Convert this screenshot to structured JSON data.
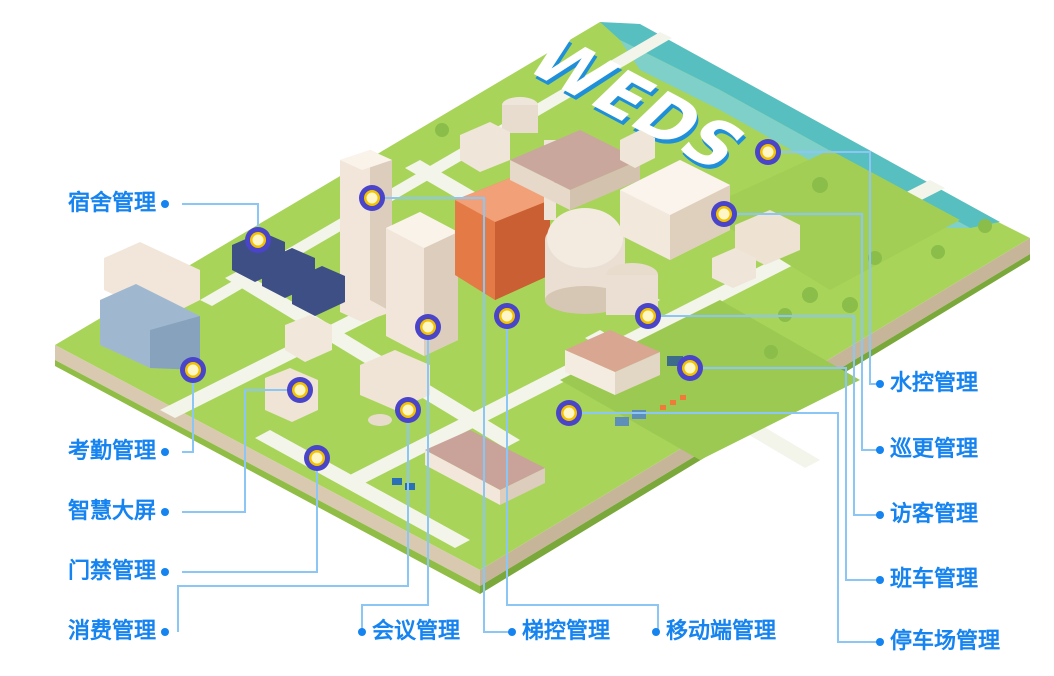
{
  "brand": {
    "logo_text": "WEDS"
  },
  "colors": {
    "label": "#1583f0",
    "leader_line": "#8cc6f4",
    "marker_ring": "#4a44c8",
    "marker_core": "#fff6c8",
    "marker_gold": "#f3c300",
    "ground": "#a8d45a",
    "ground_dark": "#8fbd45",
    "road": "#f3f4ea",
    "water": "#58bfc0"
  },
  "labels": {
    "dormitory": "宿舍管理",
    "attendance": "考勤管理",
    "smart_screen": "智慧大屏",
    "access_control": "门禁管理",
    "consumption": "消费管理",
    "meeting": "会议管理",
    "elevator": "梯控管理",
    "mobile": "移动端管理",
    "water_control": "水控管理",
    "patrol": "巡更管理",
    "visitor": "访客管理",
    "shuttle_bus": "班车管理",
    "parking": "停车场管理"
  }
}
